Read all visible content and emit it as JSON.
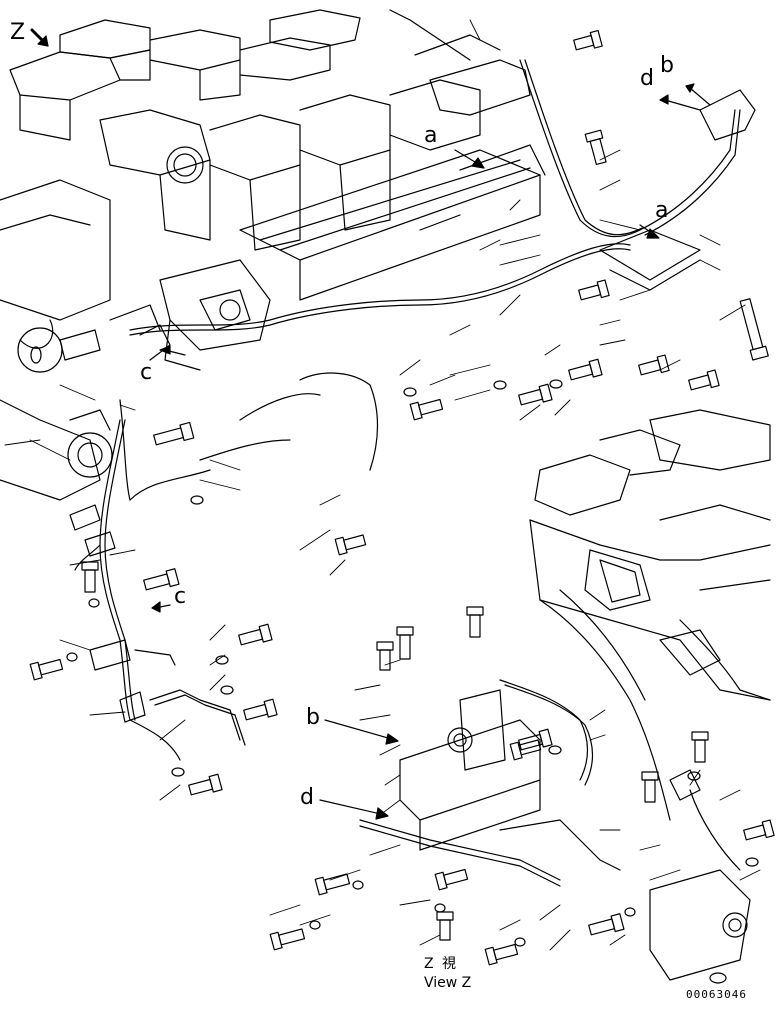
{
  "labels": {
    "view_letter": "Z",
    "letter_b": "b",
    "letter_d": "d",
    "letter_c": "c",
    "letter_a": "a",
    "caption_jp": "Z  視",
    "caption_en": "View Z",
    "drawing_number": "00063046"
  },
  "icons": {
    "view_arrow": "arrow-icon",
    "bolt": "bolt-icon"
  },
  "colors": {
    "line": "#000000",
    "background": "#ffffff"
  }
}
